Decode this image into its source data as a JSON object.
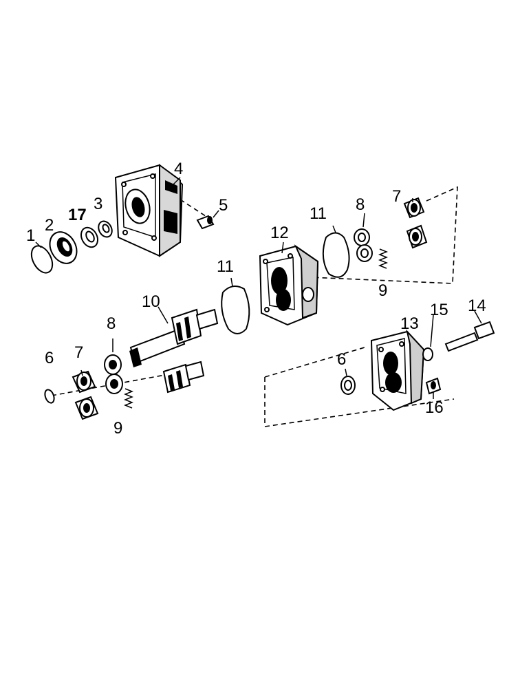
{
  "callouts": {
    "c1": "1",
    "c2": "2",
    "c17": "17",
    "c3": "3",
    "c4": "4",
    "c5": "5",
    "c11a": "11",
    "c12": "12",
    "c11b": "11",
    "c8a": "8",
    "c7a": "7",
    "c9a": "9",
    "c10": "10",
    "c8b": "8",
    "c6a": "6",
    "c7b": "7",
    "c9b": "9",
    "c6b": "6",
    "c13": "13",
    "c15": "15",
    "c14": "14",
    "c16": "16"
  }
}
